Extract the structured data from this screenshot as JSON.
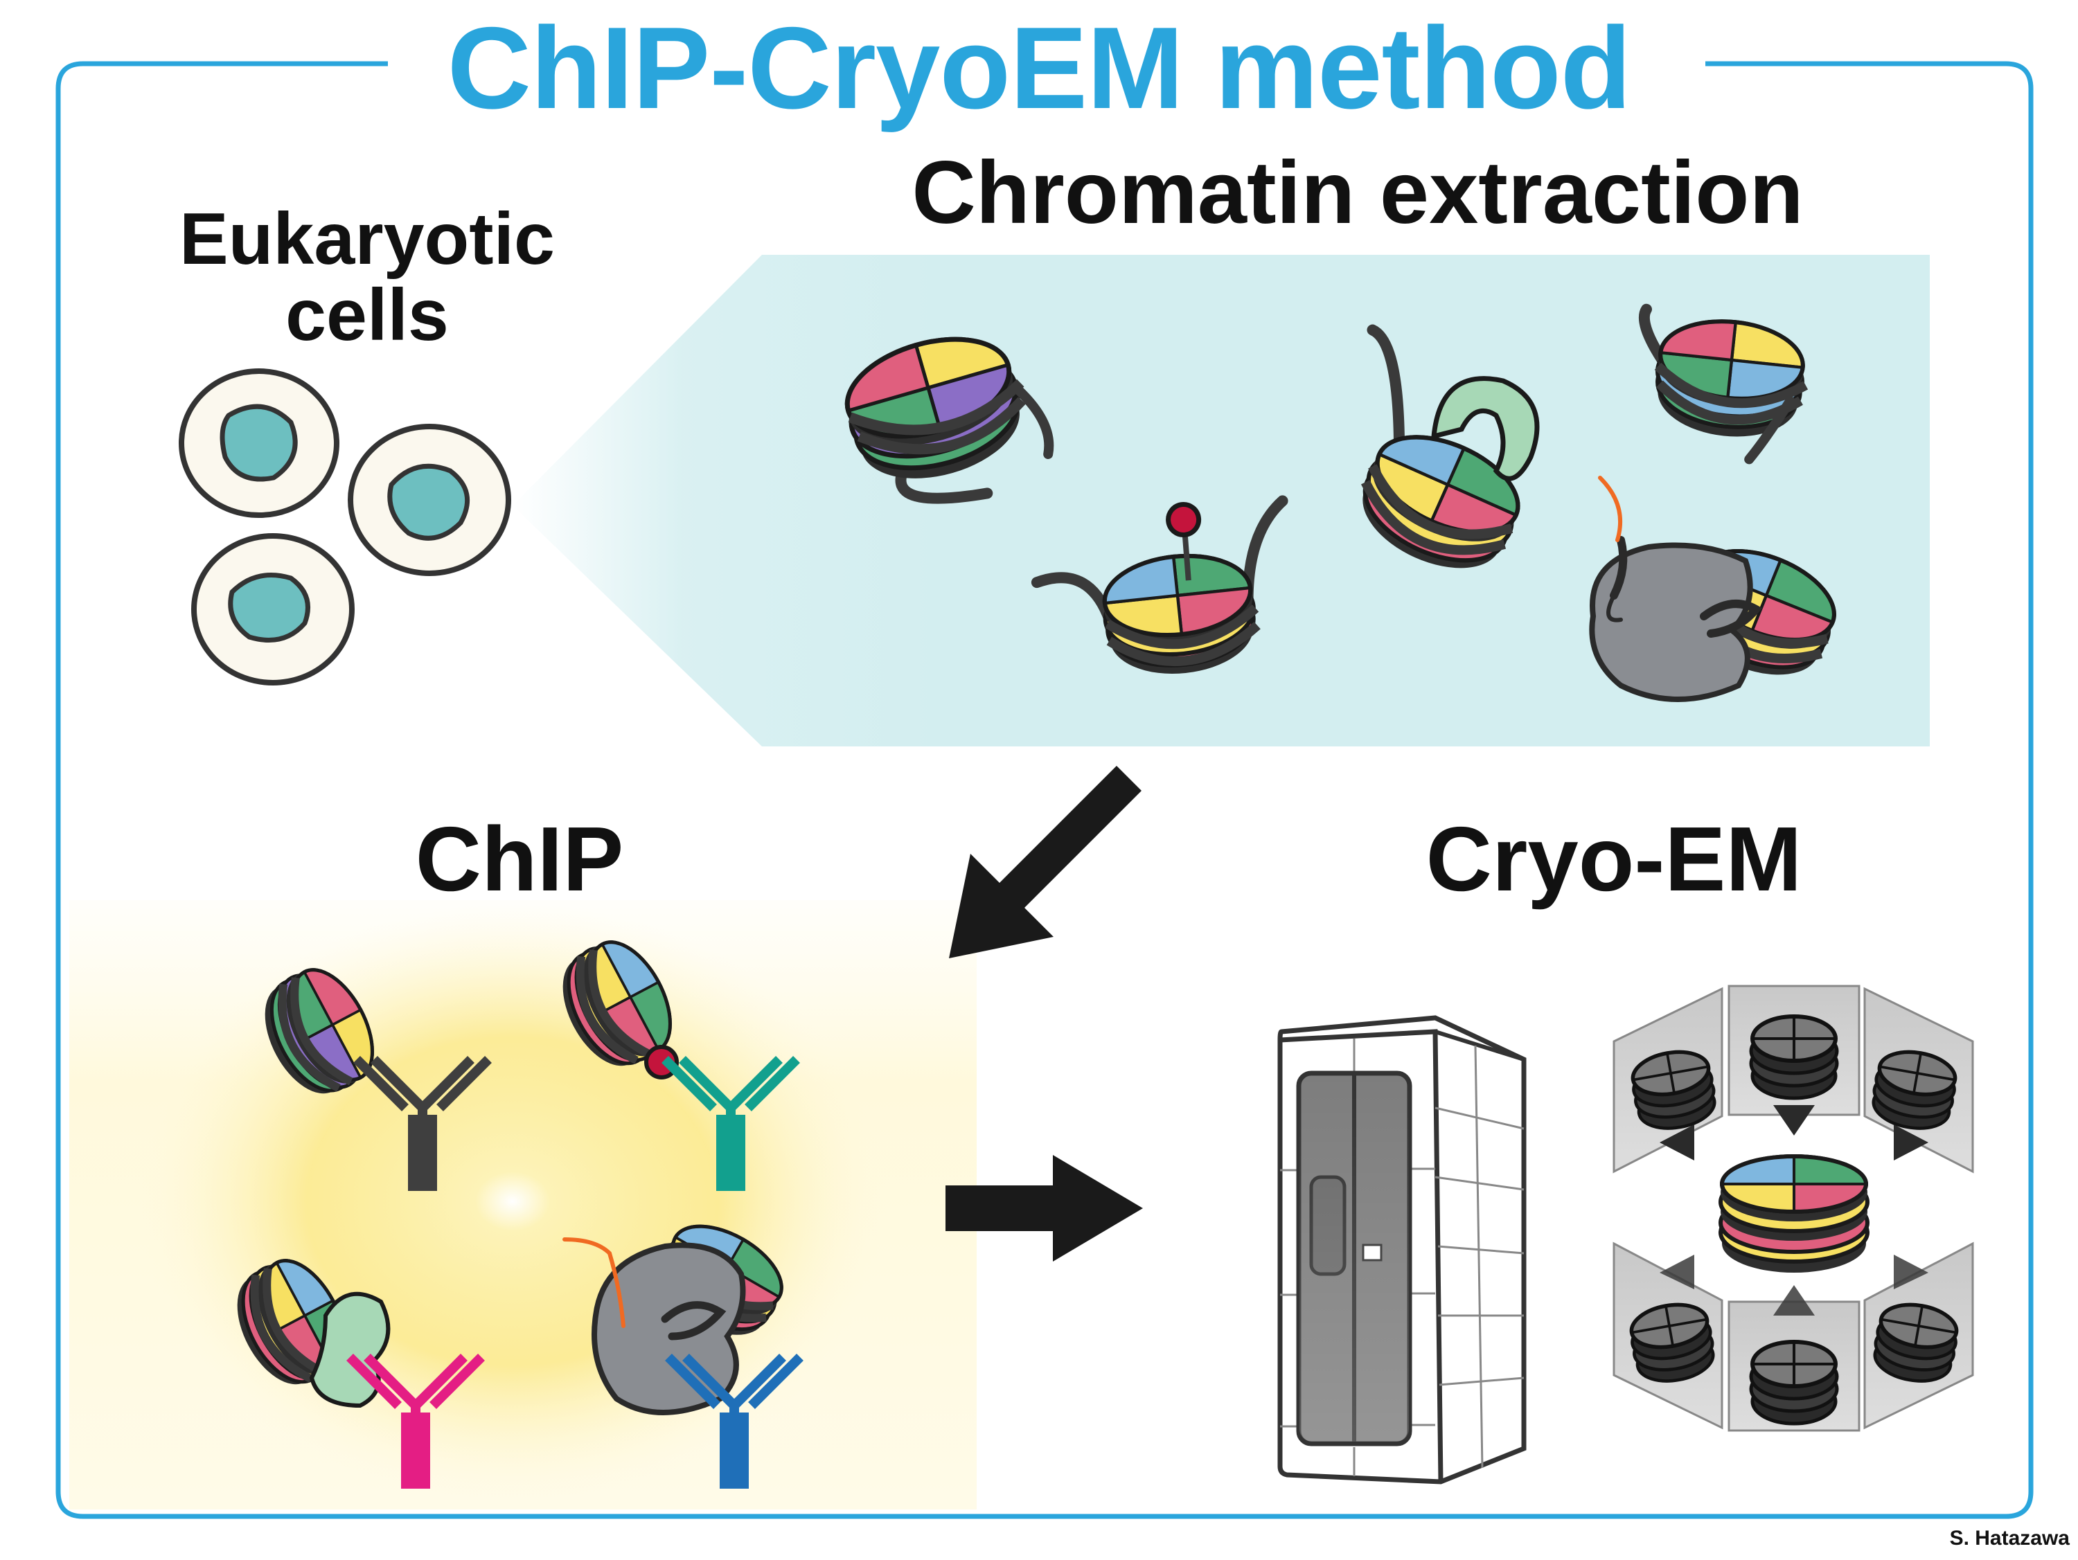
{
  "title": "ChIP-CryoEM method",
  "sections": {
    "cells": {
      "label_line1": "Eukaryotic",
      "label_line2": "cells"
    },
    "extraction": {
      "label": "Chromatin extraction"
    },
    "chip": {
      "label": "ChIP"
    },
    "cryoem": {
      "label": "Cryo-EM"
    }
  },
  "credit": "S. Hatazawa",
  "colors": {
    "title_blue": "#2aa5dc",
    "extraction_bg": "#d3eef0",
    "chip_glow": "#fbe98a",
    "nucleus": "#6dbfc0",
    "cell_cytoplasm": "#fbf8ee",
    "histone_pink": "#e05f7e",
    "histone_yellow": "#f7e062",
    "histone_green": "#4ea874",
    "histone_purple": "#8b6ec6",
    "histone_blue": "#7fb7df",
    "dna": "#3a3a3a",
    "mark_red": "#c4143c",
    "tail_orange": "#f06a22",
    "remodeler_gray": "#8a8d92",
    "reader_green": "#a7d8b6",
    "antibody_gray": "#3f3f3f",
    "antibody_teal": "#12a08e",
    "antibody_magenta": "#e41e84",
    "antibody_blue": "#1f6fb8"
  }
}
